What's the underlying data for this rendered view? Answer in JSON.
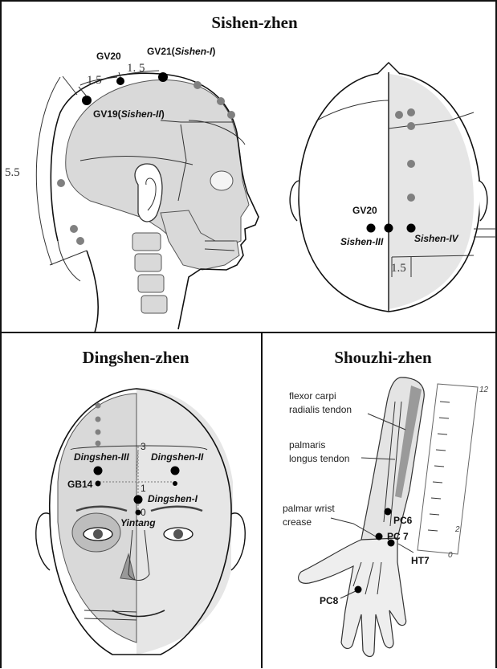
{
  "panels": {
    "sishen": {
      "title": "Sishen-zhen",
      "labels": {
        "gv20": "GV20",
        "gv21_prefix": "GV21(",
        "gv21_italic": "Sishen-I",
        "gv21_suffix": ")",
        "gv19_prefix": "GV19(",
        "gv19_italic": "Sishen-II",
        "gv19_suffix": ")",
        "top_gv20": "GV20",
        "sishen3": "Sishen-III",
        "sishen4": "Sishen-IV"
      },
      "measurements": {
        "m_left": "1.5",
        "m_right": "1. 5",
        "m_side": "5.5",
        "m_top": "1.5"
      }
    },
    "dingshen": {
      "title": "Dingshen-zhen",
      "labels": {
        "ding3": "Dingshen-III",
        "ding2": "Dingshen-II",
        "gb14": "GB14",
        "ding1": "Dingshen-I",
        "yintang": "Yintang"
      },
      "scale": {
        "s3": "3",
        "s1": "1",
        "s0": "0"
      }
    },
    "shouzhi": {
      "title": "Shouzhi-zhen",
      "labels": {
        "fcr_1": "flexor carpi",
        "fcr_2": "radialis tendon",
        "pl_1": "palmaris",
        "pl_2": "longus tendon",
        "pwc_1": "palmar wrist",
        "pwc_2": "crease",
        "pc6": "PC6",
        "pc7": "PC 7",
        "ht7": "HT7",
        "pc8": "PC8"
      },
      "ruler": {
        "r12": "12",
        "r2": "2",
        "r0": "0"
      }
    }
  },
  "colors": {
    "point_black": "#000000",
    "point_gray": "#808080",
    "skull_gray": "#d9d9d9"
  }
}
